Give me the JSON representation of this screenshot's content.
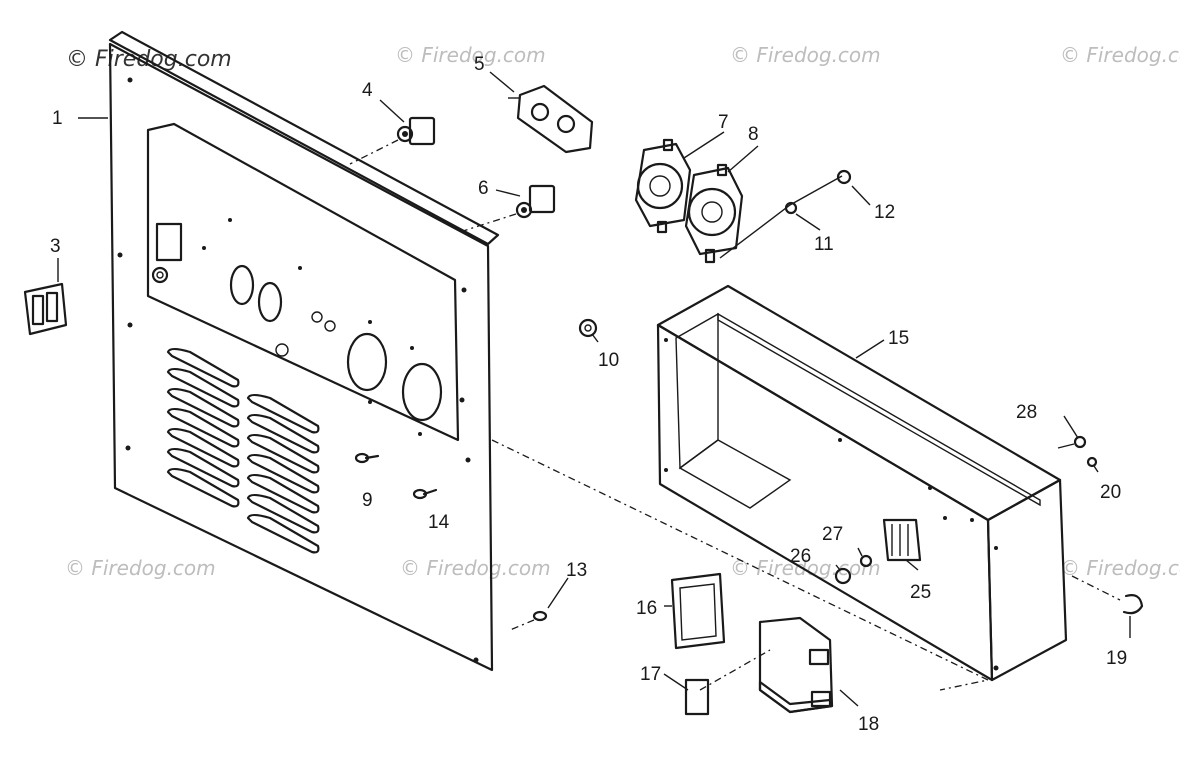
{
  "watermarks": {
    "primary": "© Firedog.com",
    "secondary": "© Firedog.com"
  },
  "callouts": [
    "1",
    "3",
    "4",
    "5",
    "6",
    "7",
    "8",
    "9",
    "10",
    "11",
    "12",
    "13",
    "14",
    "15",
    "16",
    "17",
    "18",
    "19",
    "20",
    "25",
    "26",
    "27",
    "28"
  ]
}
